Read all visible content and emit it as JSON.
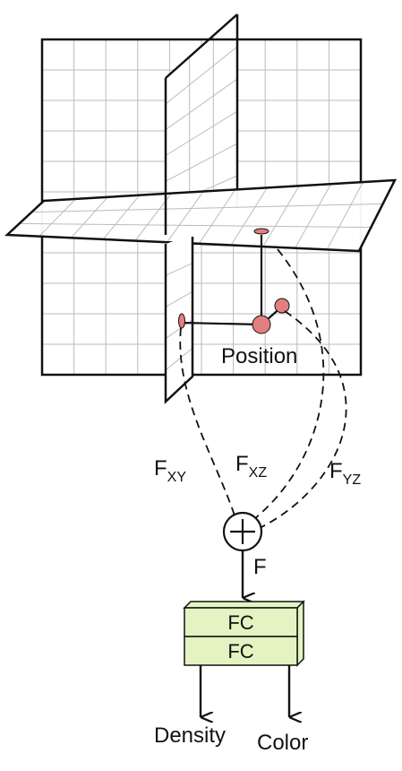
{
  "labels": {
    "position": "Position",
    "f_xy_main": "F",
    "f_xy_sub": "XY",
    "f_xz_main": "F",
    "f_xz_sub": "XZ",
    "f_yz_main": "F",
    "f_yz_sub": "YZ",
    "sum_out": "F",
    "fc_top": "FC",
    "fc_bottom": "FC",
    "density": "Density",
    "color": "Color"
  },
  "colors": {
    "point_fill": "#e57f7f",
    "fc_fill": "#e4f3c2",
    "line": "#111111",
    "grid": "#bbbbbb"
  }
}
